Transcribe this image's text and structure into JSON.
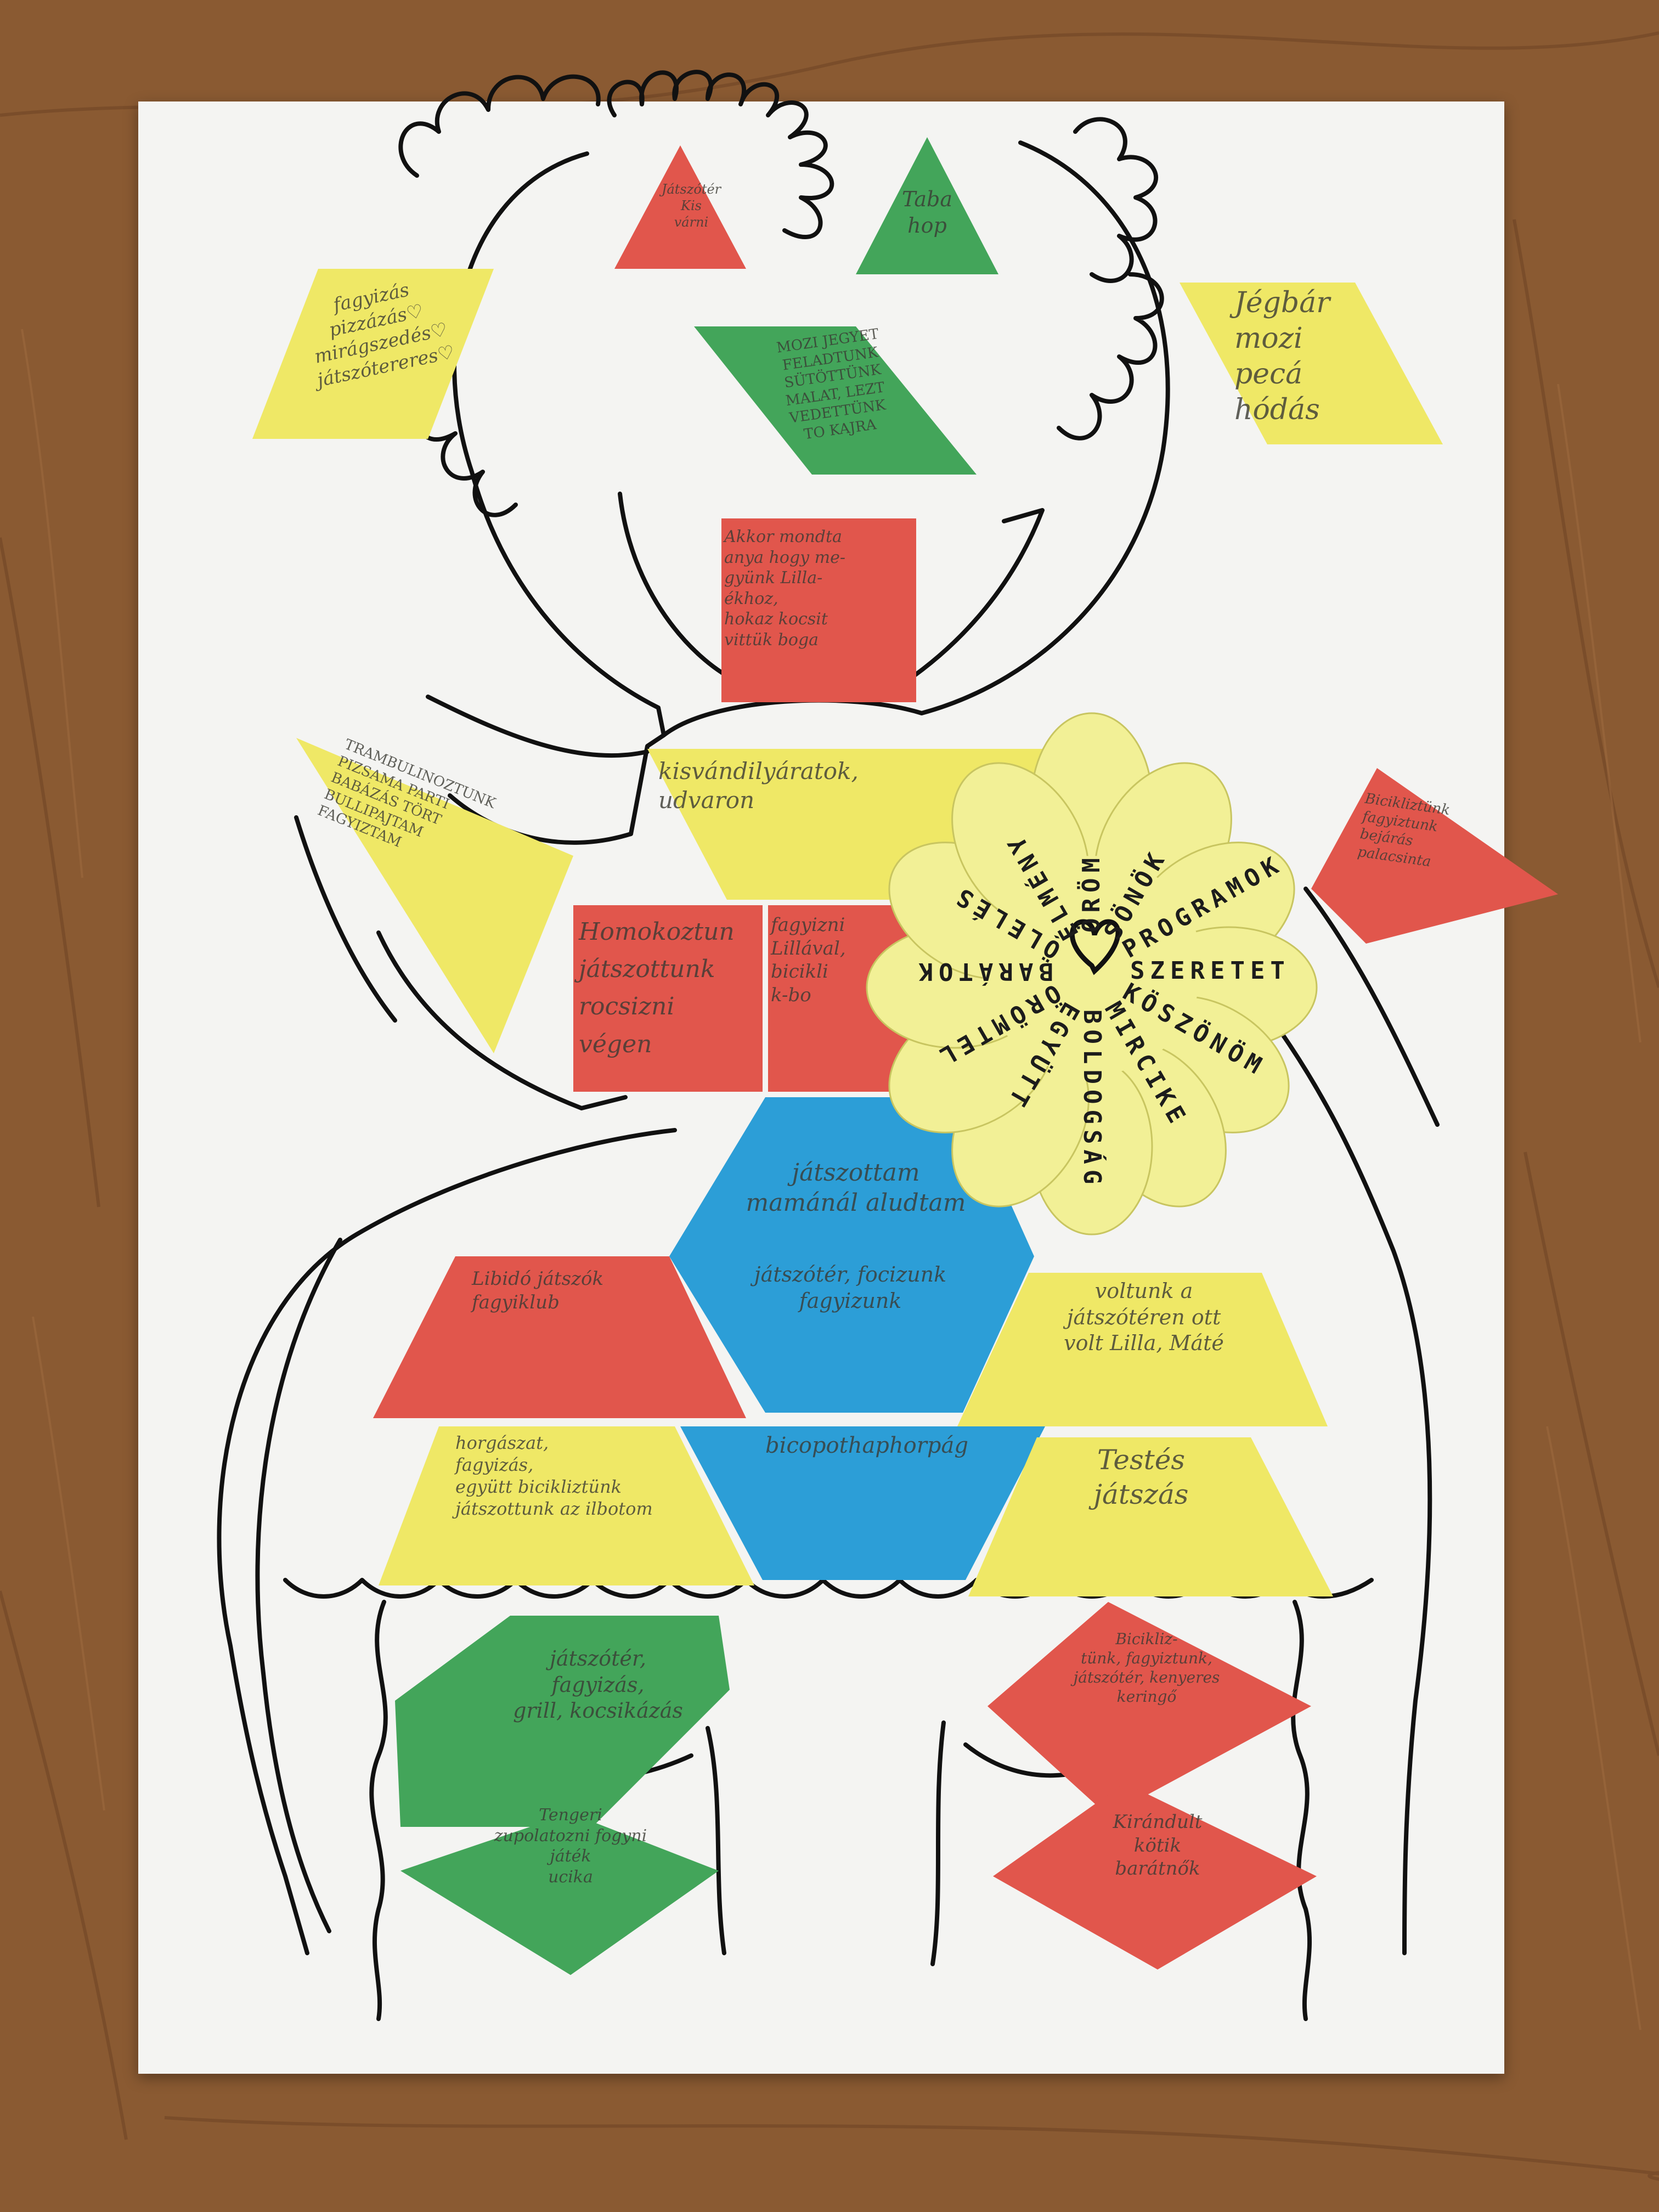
{
  "colors": {
    "red": "#e1564c",
    "green": "#43a55a",
    "yellow": "#efe866",
    "blue": "#2c9ed7",
    "flower": "#f2f096",
    "ink": "#111111",
    "paper": "#f4f4f2",
    "floor": "#8a5a32"
  },
  "notes": {
    "eye_left": "Játszótér\nKis\nvárni",
    "eye_right": "Taba\nhop",
    "ear_left": "fagyizás\npizzázás♡\nmirágszedés♡\njátszótereres♡",
    "ear_right": "Jégbár\nmozi\npecá\nhódás",
    "nose": "MOZI JEGYET\nFELADTUNK\nSÜTÖTTÜNK\nMALAT, LEZT\nVEDETTÜNK\nTO KAJRA",
    "mouth": "Akkor mondta\nanya hogy me-\ngyünk Lilla-\nékhoz,\nhokaz kocsit\nvittük boga",
    "arm_left": "TRAMBULINOZTUNK\nPIZSAMA PARTI\nBABÁZÁS TÖRT\nBULLIPAJTAM\nFAGYIZTAM",
    "collar": "kisvándilyáratok,\nudvaron",
    "chest_left": "Homokoztun\njátszottunk\nrocsizni\nvégen",
    "chest_right": "fagyizni\nLillával,\nbicikli\nk-bo",
    "hexagon_top": "játszottam\nmamánál aludtam",
    "hexagon_bottom": "játszótér, focizunk\nfagyizunk",
    "trap_left_1": "Libidó játszók\nfagyiklub",
    "trap_right_1": "voltunk a\njátszótéren ott\nvolt Lilla, Máté",
    "trap_left_2": "horgászat,\nfagyizás,\negyütt bicikliztünk\njátszottunk az ilbotom",
    "trap_mid_2": "bicopothaphorpág",
    "trap_right_2": "Testés\njátszás",
    "diamond_green_1": "játszótér,\nfagyizás,\ngrill, kocsikázás",
    "diamond_red_1": "Bicikliz-\ntünk, fagyiztunk,\njátszótér, kenyeres\nkeringő",
    "diamond_green_2": "Tengeri\nzupolatozni fogyni\njáték\nucika",
    "diamond_red_2": "Kirándult\nkötik\nbarátnők",
    "wing_right": "Bicikliztünk\nfagyiztunk\nbejárás\npalacsinta"
  },
  "flower": {
    "center_icon": "heart-icon",
    "petals": [
      "ÖRÖM",
      "SÖNÖK",
      "PROGRAMOK",
      "SZERETET",
      "KÖSZÖNÖM",
      "MIRCIKE",
      "BOLDOGSÁG",
      "EGYÜTT",
      "ÖRÖMTEL",
      "BARÁTOK",
      "ÖLELÉS",
      "ÉLMÉNY"
    ]
  }
}
